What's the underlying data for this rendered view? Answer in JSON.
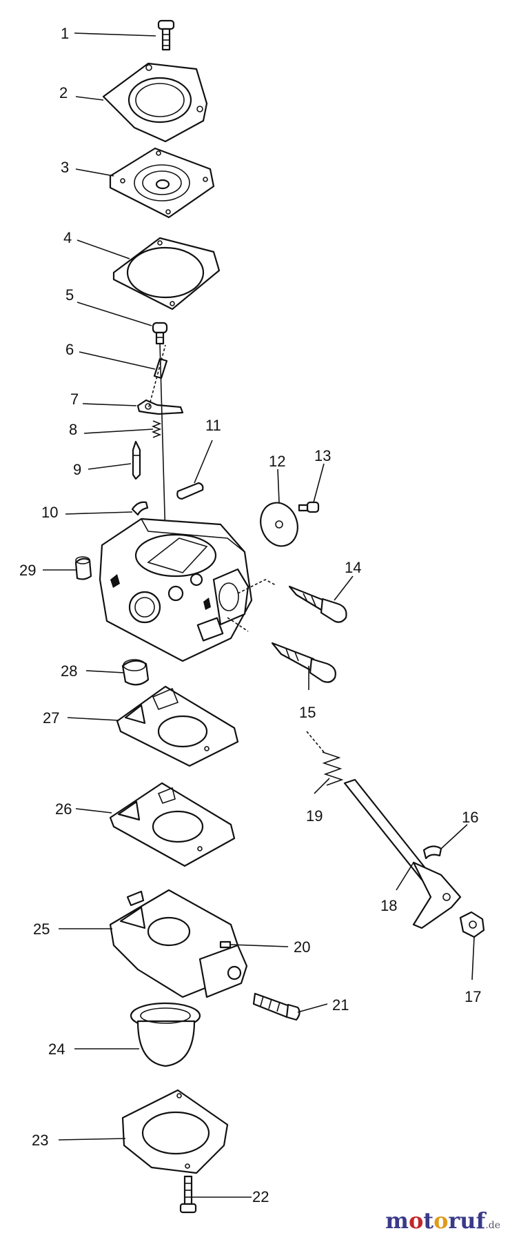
{
  "diagram": {
    "callouts": [
      "1",
      "2",
      "3",
      "4",
      "5",
      "6",
      "7",
      "8",
      "9",
      "10",
      "11",
      "12",
      "13",
      "14",
      "15",
      "16",
      "17",
      "18",
      "19",
      "20",
      "21",
      "22",
      "23",
      "24",
      "25",
      "26",
      "27",
      "28",
      "29"
    ]
  },
  "watermark": {
    "letters": [
      "m",
      "o",
      "t",
      "o",
      "r",
      "u",
      "f"
    ],
    "letter_colors": [
      "#3a3a8a",
      "#c4262a",
      "#3a3a8a",
      "#e09a1a",
      "#3a3a8a",
      "#3a3a8a",
      "#3a3a8a"
    ],
    "suffix": ".de"
  }
}
